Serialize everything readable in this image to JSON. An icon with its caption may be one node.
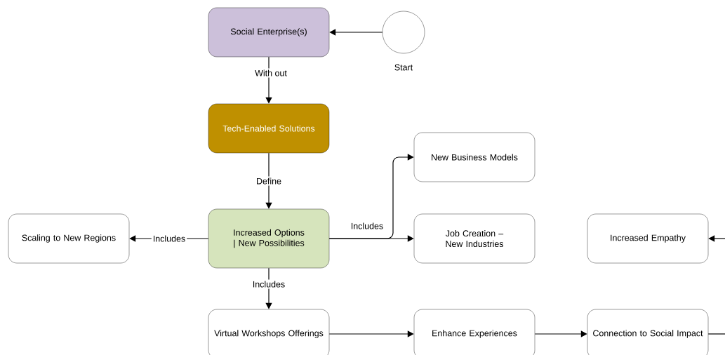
{
  "diagram": {
    "nodes": [
      {
        "text": [
          "Social Enterprise(s)"
        ]
      },
      {
        "text": [],
        "shape": "circle",
        "beside": [
          "Start"
        ]
      },
      {
        "text": [
          "Tech-Enabled Solutions"
        ]
      },
      {
        "text": [
          "New Business Models"
        ]
      },
      {
        "text": [
          "Scaling to New Regions"
        ]
      },
      {
        "text": [
          "Increased Options | New Possibilities"
        ]
      },
      {
        "text": [
          "Job Creation – New Industries"
        ]
      },
      {
        "text": [
          "Increased Empathy"
        ]
      },
      {
        "text": [
          "Virtual Workshops Offerings"
        ]
      },
      {
        "text": [
          "Enhance Experiences"
        ]
      },
      {
        "text": [
          "Connection to Social Impact"
        ]
      }
    ],
    "edges": [
      {
        "from": 1,
        "to": 0,
        "arrow": "to"
      },
      {
        "from": 0,
        "to": 2,
        "arrow": "to",
        "label": "With out"
      },
      {
        "from": 2,
        "to": 5,
        "arrow": "to",
        "label": "Define"
      },
      {
        "from": 5,
        "to": 4,
        "arrow": "to",
        "label": "Includes"
      },
      {
        "from": 5,
        "to": 3,
        "arrow": "to"
      },
      {
        "from": 5,
        "to": 6,
        "arrow": "to",
        "label": "Includes"
      },
      {
        "from": 5,
        "to": 8,
        "arrow": "to",
        "label": "Includes"
      },
      {
        "from": 8,
        "to": 9,
        "arrow": "to"
      },
      {
        "from": 9,
        "to": 10,
        "arrow": "to"
      },
      {
        "from": 10,
        "to": null,
        "arrow": "none"
      },
      {
        "from": null,
        "to": 7,
        "arrow": "to"
      }
    ]
  }
}
